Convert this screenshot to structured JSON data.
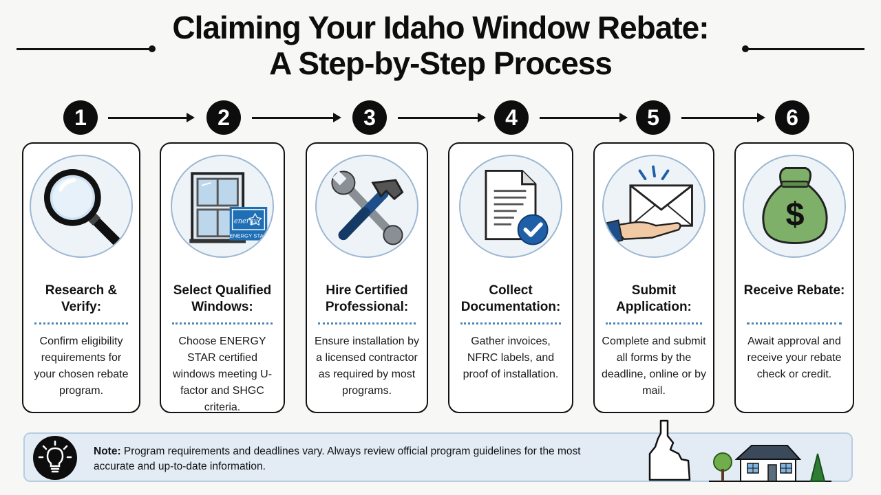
{
  "header": {
    "title_line1": "Claiming Your Idaho Window Rebate:",
    "title_line2": "A Step-by-Step Process"
  },
  "colors": {
    "accent_blue": "#4a85b8",
    "icon_circle_bg": "#eef3f8",
    "note_bg": "#e3ecf5",
    "money_green": "#7fb069",
    "badge_black": "#0d0d0d"
  },
  "steps": [
    {
      "number": "1",
      "icon": "magnifying-glass-icon",
      "title": "Research & Verify:",
      "description": "Confirm eligibility requirements for your chosen rebate program."
    },
    {
      "number": "2",
      "icon": "window-icon",
      "title": "Select Qualified Windows:",
      "description": "Choose ENERGY STAR certified windows meeting U-factor and SHGC criteria.",
      "badge_label": "ENERGY STAR"
    },
    {
      "number": "3",
      "icon": "wrench-hammer-icon",
      "title": "Hire Certified Professional:",
      "description": "Ensure installation by a licensed contractor as required by most programs."
    },
    {
      "number": "4",
      "icon": "document-check-icon",
      "title": "Collect Documentation:",
      "description": "Gather invoices, NFRC labels, and proof of installation."
    },
    {
      "number": "5",
      "icon": "envelope-hand-icon",
      "title": "Submit Application:",
      "description": "Complete and submit all forms by the deadline, online or by mail."
    },
    {
      "number": "6",
      "icon": "money-bag-icon",
      "title": "Receive Rebate:",
      "description": "Await approval and receive your rebate check or credit."
    }
  ],
  "note": {
    "label": "Note:",
    "text": "Program requirements and deadlines vary. Always review official program guidelines for the most accurate and up-to-date information."
  }
}
